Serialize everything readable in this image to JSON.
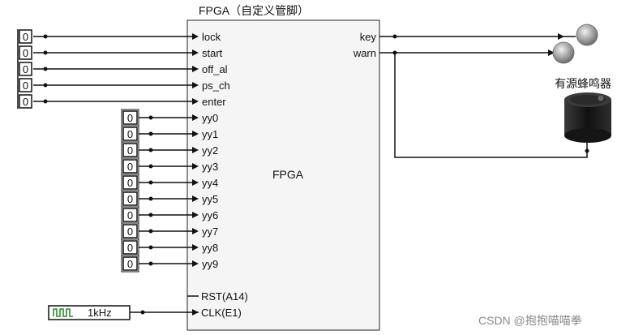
{
  "block": {
    "title": "FPGA（自定义管脚）",
    "center_label": "FPGA",
    "left_pins": [
      "lock",
      "start",
      "off_al",
      "ps_ch",
      "enter",
      "yy0",
      "yy1",
      "yy2",
      "yy3",
      "yy4",
      "yy5",
      "yy6",
      "yy7",
      "yy8",
      "yy9"
    ],
    "reset_pin": "RST(A14)",
    "clock_pin": "CLK(E1)",
    "right_pins": [
      "key",
      "warn"
    ]
  },
  "inputs": {
    "upper_values": [
      "0",
      "0",
      "0",
      "0",
      "0"
    ],
    "lower_values": [
      "0",
      "0",
      "0",
      "0",
      "0",
      "0",
      "0",
      "0",
      "0",
      "0"
    ]
  },
  "clock": {
    "freq_label": "1kHz"
  },
  "buzzer": {
    "label": "有源蜂鸣器"
  },
  "watermark": "CSDN @抱抱喵喵拳",
  "colors": {
    "box_fill": "#f5f5f5",
    "wire": "#111111",
    "clock_wave": "#2e8b2e",
    "led": "#9a9a9a",
    "buzzer_body": "#1e1e1e"
  }
}
